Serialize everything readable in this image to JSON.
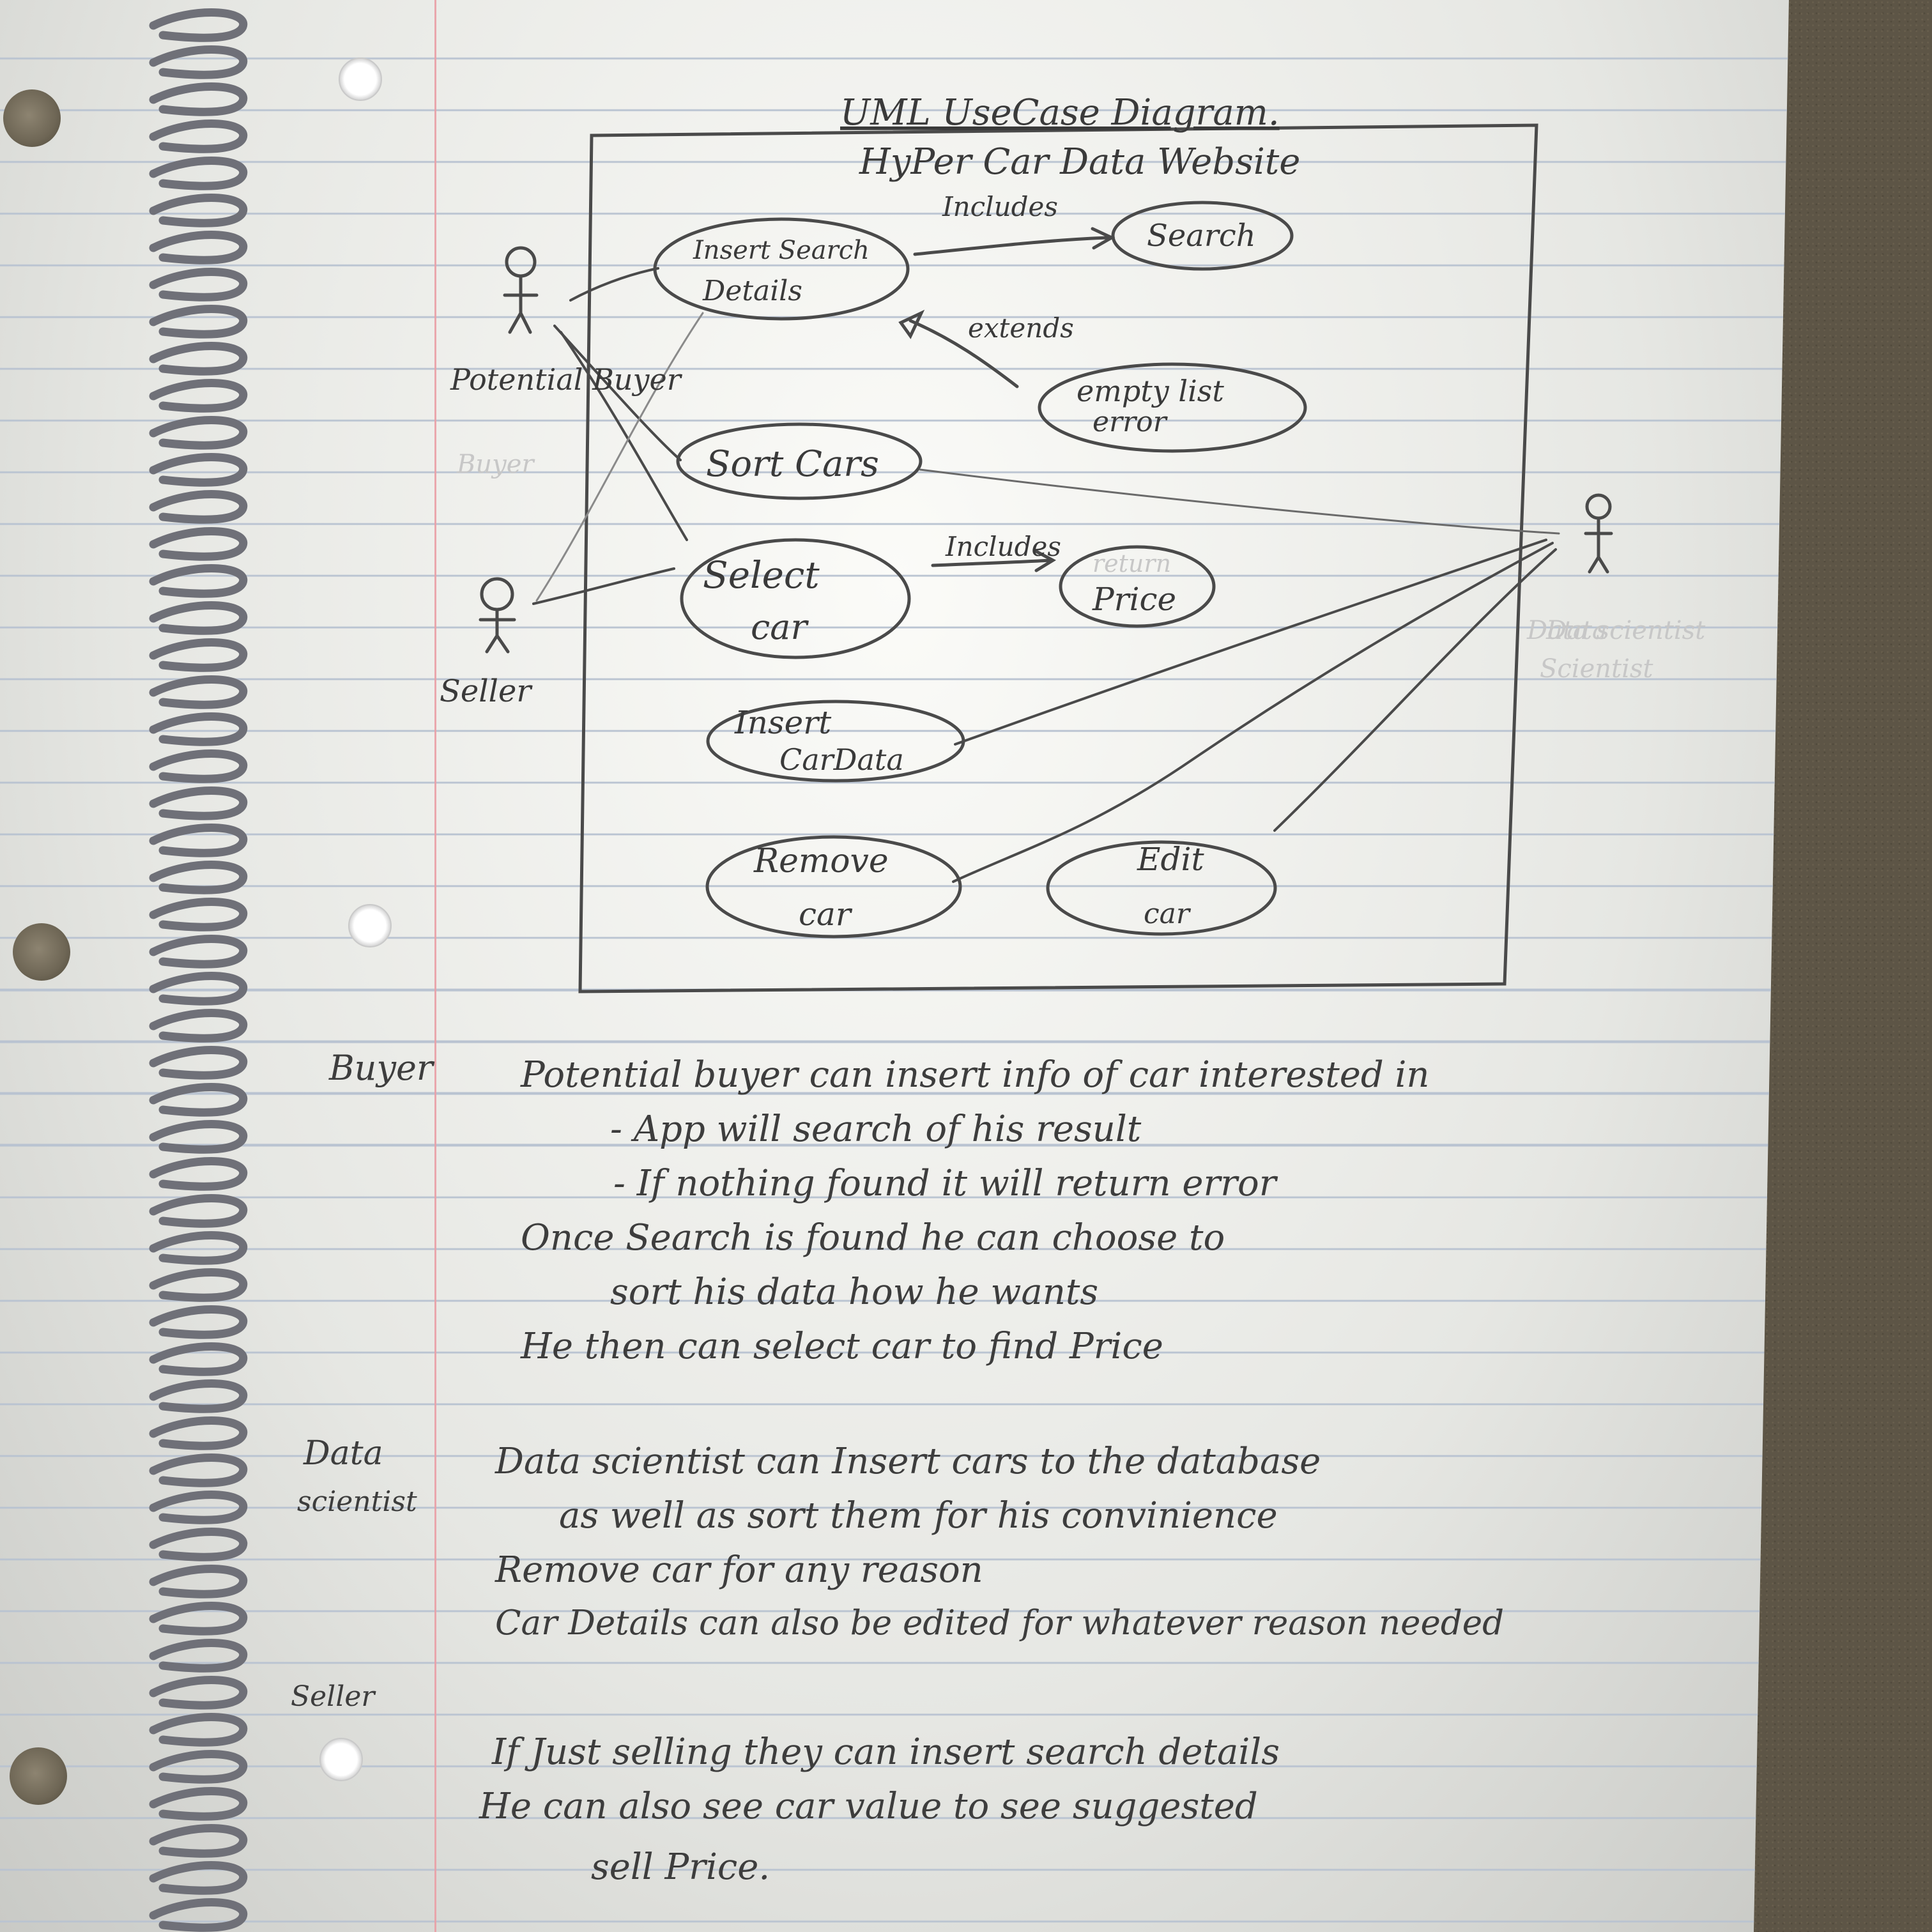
{
  "diagram": {
    "title": "UML UseCase Diagram.",
    "system_name": "HyPer Car Data Website",
    "actors": {
      "potential_buyer": "Potential Buyer",
      "seller": "Seller",
      "data_scientist": "Data scientist"
    },
    "use_cases": {
      "insert_search_details": [
        "Insert Search",
        "Details"
      ],
      "search": "Search",
      "empty_list_error": [
        "empty list",
        "error"
      ],
      "sort_cars": "Sort Cars",
      "select_car": [
        "Select",
        "car"
      ],
      "return_price": [
        "return",
        "Price"
      ],
      "insert_car_data": [
        "Insert",
        "CarData"
      ],
      "remove_car": [
        "Remove",
        "car"
      ],
      "edit_car": [
        "Edit",
        "car"
      ]
    },
    "relations": {
      "includes_search": "Includes",
      "extends_error": "extends",
      "includes_price": "Includes"
    },
    "faint_marks": [
      "Buyer",
      "Data",
      "Scientist"
    ]
  },
  "notes": {
    "buyer": {
      "label": "Buyer",
      "lines": [
        "Potential buyer can insert info of car interested in",
        "- App will search of his result",
        "- If nothing found it will return error",
        "Once Search is found he can choose to",
        "sort his data how he wants",
        "He then can select car to find Price"
      ]
    },
    "data_scientist": {
      "label": [
        "Data",
        "scientist"
      ],
      "lines": [
        "Data scientist can Insert cars to the database",
        "as well as sort them for his convinience",
        "Remove car for any reason",
        "Car Details can also be edited for whatever reason needed"
      ]
    },
    "seller": {
      "label": "Seller",
      "lines": [
        "If Just selling they can insert search details",
        "He can also see car value to see suggested",
        "sell Price."
      ]
    }
  }
}
